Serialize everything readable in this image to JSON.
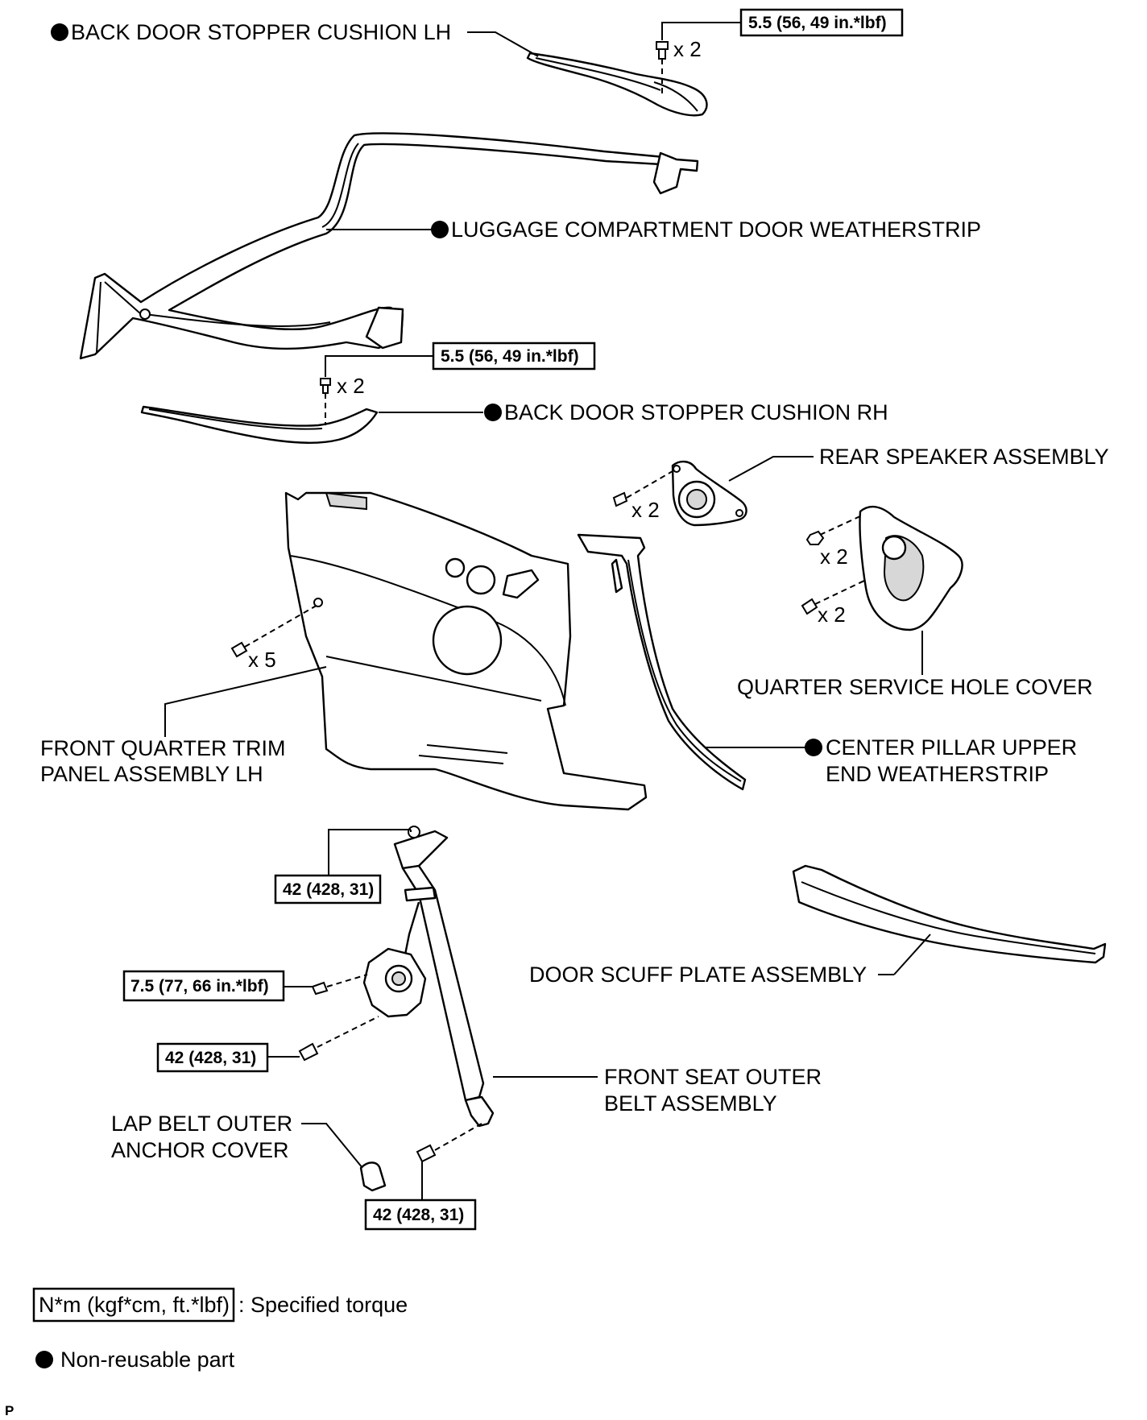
{
  "labels": {
    "stopper_lh": "BACK DOOR STOPPER CUSHION LH",
    "weatherstrip": "LUGGAGE COMPARTMENT DOOR WEATHERSTRIP",
    "stopper_rh": "BACK DOOR STOPPER CUSHION RH",
    "rear_speaker": "REAR SPEAKER ASSEMBLY",
    "quarter_cover": "QUARTER SERVICE HOLE COVER",
    "trim_line1": "FRONT QUARTER TRIM",
    "trim_line2": "PANEL ASSEMBLY LH",
    "pillar_line1": "CENTER PILLAR UPPER",
    "pillar_line2": "END WEATHERSTRIP",
    "scuff": "DOOR SCUFF PLATE ASSEMBLY",
    "belt_line1": "FRONT SEAT OUTER",
    "belt_line2": "BELT ASSEMBLY",
    "lap_line1": "LAP BELT OUTER",
    "lap_line2": "ANCHOR COVER"
  },
  "torques": {
    "stopper_lh": "5.5 (56, 49 in.*lbf)",
    "stopper_rh": "5.5 (56, 49 in.*lbf)",
    "belt_upper": "42 (428, 31)",
    "retractor_small": "7.5 (77, 66 in.*lbf)",
    "retractor_main": "42 (428, 31)",
    "belt_lower": "42 (428, 31)"
  },
  "quantities": {
    "stopper_lh": "x 2",
    "stopper_rh": "x 2",
    "speaker": "x 2",
    "cover_nut": "x 2",
    "cover_bolt": "x 2",
    "trim": "x 5"
  },
  "legend": {
    "torque_box": "N*m (kgf*cm, ft.*lbf)",
    "torque_text": ": Specified torque",
    "nonreusable_text": "Non-reusable part"
  },
  "corner_mark": "P",
  "icons": {
    "nonreusable": "filled-circle-icon",
    "bolt": "bolt-icon"
  }
}
